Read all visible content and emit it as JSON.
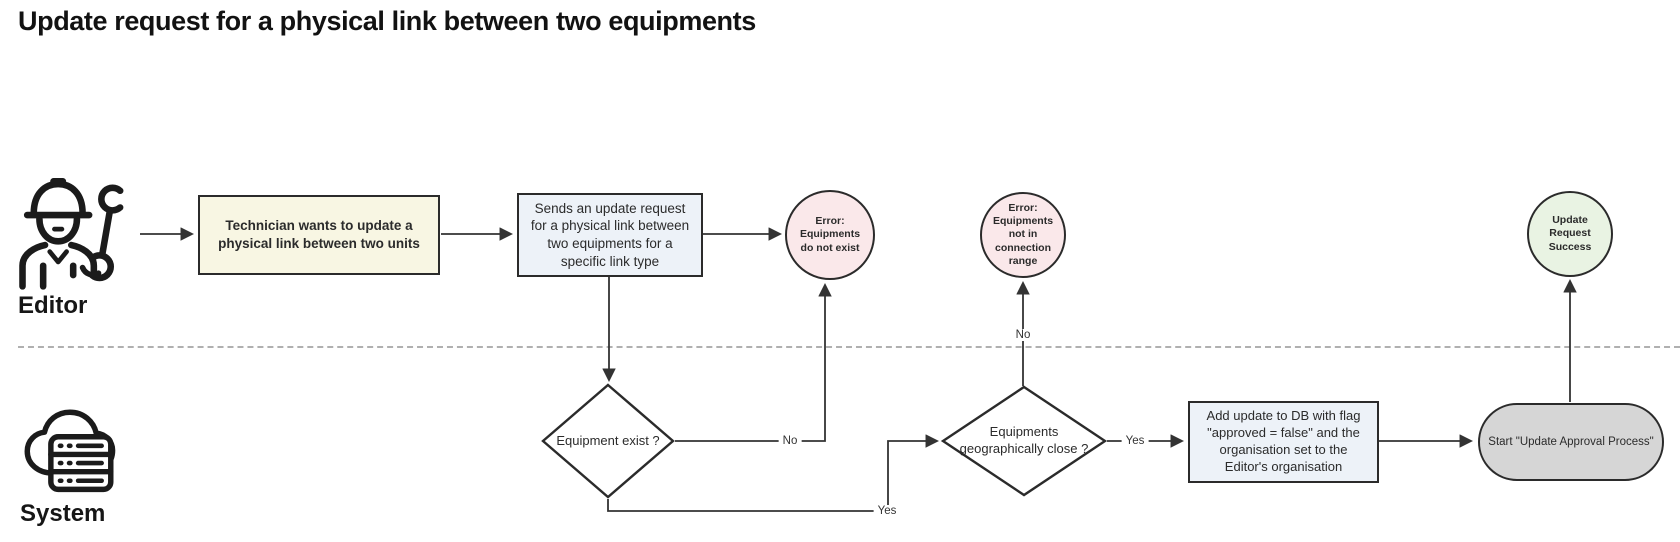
{
  "title": "Update request for a physical link between two equipments",
  "lanes": {
    "editor": {
      "label": "Editor"
    },
    "system": {
      "label": "System"
    }
  },
  "nodes": {
    "technician_request": "Technician wants to update a physical link between two units",
    "send_update_request": "Sends an update request for a physical link between two equipments for a specific link type",
    "error_equipments_not_exist": "Error: Equipments do not exist",
    "error_not_in_connection_range": "Error: Equipments not in connection range",
    "update_request_success": "Update Request Success",
    "equipment_exist_decision": "Equipment exist ?",
    "geographically_close_decision": "Equipments geographically close ?",
    "add_update_to_db": "Add update to DB with flag \"approved = false\" and the organisation set to the Editor's organisation",
    "start_approval_process": "Start \"Update Approval Process\""
  },
  "edge_labels": {
    "exist_no": "No",
    "exist_yes": "Yes",
    "geo_no": "No",
    "geo_yes": "Yes"
  },
  "icons": {
    "editor": "construction-worker-with-wrench-icon",
    "system": "cloud-server-icon"
  },
  "colors": {
    "node_yellow_fill": "#F8F6E3",
    "node_blue_fill": "#EDF2F8",
    "node_pink_fill": "#FAE8EA",
    "node_green_fill": "#E9F3E3",
    "node_gray_fill": "#D6D6D6",
    "node_border": "#2B2B2B",
    "connector": "#333333",
    "lane_divider": "#B0B0B0",
    "text": "#2B2B2B",
    "icon": "#1B1B1B"
  }
}
